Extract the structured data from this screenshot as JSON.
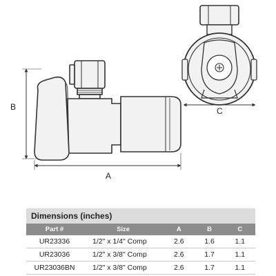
{
  "drawing": {
    "dimension_labels": {
      "a": "A",
      "b": "B",
      "c": "C"
    }
  },
  "table": {
    "title": "Dimensions (inches)",
    "headers": [
      "Part #",
      "Size",
      "A",
      "B",
      "C"
    ],
    "rows": [
      [
        "UR23336",
        "1/2\" x 1/4\" Comp",
        "2.6",
        "1.6",
        "1.1"
      ],
      [
        "UR23036",
        "1/2\" x 3/8\" Comp",
        "2.6",
        "1.7",
        "1.1"
      ],
      [
        "UR23036BN",
        "1/2\" x 3/8\" Comp",
        "2.6",
        "1.7",
        "1.1"
      ]
    ]
  }
}
